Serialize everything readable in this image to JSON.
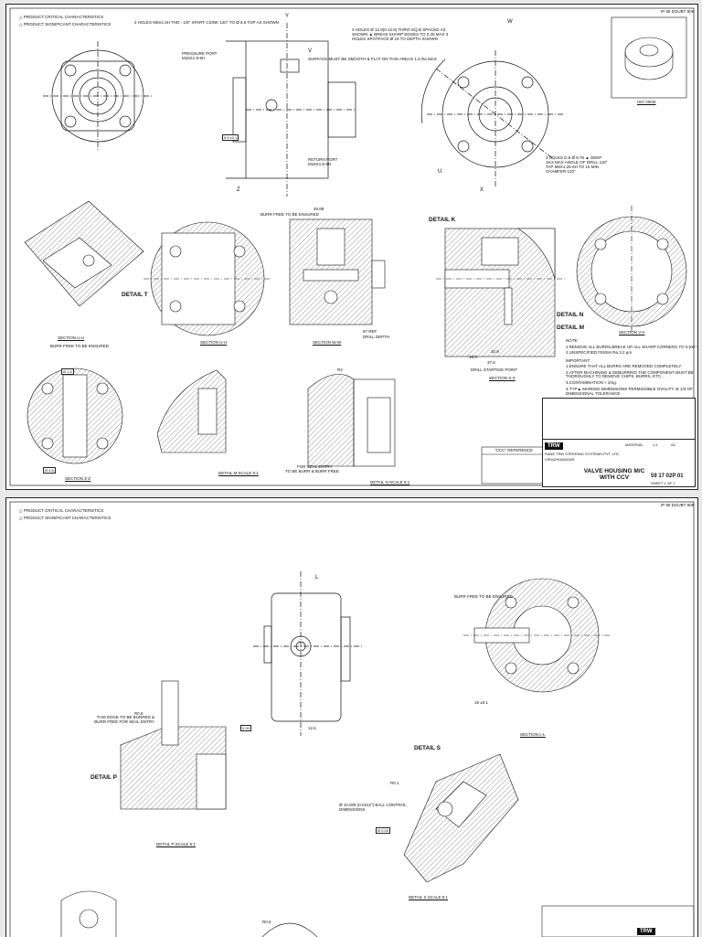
{
  "legend": {
    "critical": "PRODUCT CRITICAL CHARACTERISTICS",
    "significant": "PRODUCT SIGNIFICANT CHARACTERISTICS"
  },
  "iso_ref": "IP 95 DOUBT 90K",
  "sheet1_notes": {
    "holes_top": "2 HOLES M6X1.6H THD - 1/8\" XPART CSINK 120° TO Ø 6.5 TOP AS SHOWN",
    "pressure_port": "PRESSURE PORT",
    "pressure_port_thread": "M16X1.5-6H",
    "surface_note": "SURFACE MUST BE SMOOTH & FLAT ON THIS AREAS 1.6 Ra MAX",
    "holes_3": "3 HOLES Ø 12.8(0.12.6) THRO' EQ.B SPACED AS SHOWN ▲ BREAK SHARP EDGES TO 0.25 MAX 3 HOLES SPOTFACE Ø 19 TO DEPTH SHOWN",
    "return_port": "RETURN PORT",
    "return_port_thread": "M16X1.5-6H",
    "holes_drill": "3 HOLES D.6 Ø 8.75 ▲ DEEP 16.8 MAX ANGLE OF DRILL 118° TAP M8X1.25-6H TO 16 MIN CHAMFER 120°",
    "iso_view": "ISO VIEW",
    "burr_free": "BURR FREE TO BE ENSURED",
    "drill_depth": "DRILL DEPTH",
    "reg_drill": "67 REF",
    "for_seal_entry": "FOR SEAL ENTRY",
    "burr_free_seal": "TO BE BURR & BURR FREE",
    "drill_starting_point": "DRILL STARTING POINT",
    "note_title": "NOTE:",
    "note_1": "1.REMOVE ALL BURRS,BREAK UP ALL SHARP CORNERS TO 0.5X/-?",
    "note_2": "2.UNSPECIFIED FINISH Ra 3.2 μm",
    "important": "IMPORTANT:",
    "imp_1": "1.ENSURE THAT ALL BURRS ARE REMOVED COMPLETELY.",
    "imp_2": "2.AFTER MACHINING & DEBURRING THE COMPONENT MUST BE THOROUGHLY TO REMOVE CHIPS, BURRS, ETC...",
    "imp_3": "3.CONTAMINATION < 2mg.",
    "imp_4": "4.TYP▲ MARKED DIMENSIONS PERMISSIBLE OVALITY IS 1/3 OF DIMENSIONAL TOLERANCE",
    "ccc_ref": "\"CCC\" REFERENCE"
  },
  "sheet1_labels": {
    "detail_k": "DETAIL K",
    "detail_t": "DETAIL T",
    "detail_n": "DETAIL N",
    "detail_m": "DETAIL M",
    "section_uu": "SECTION U-U",
    "section_uu2": "SECTION U-U",
    "section_ww": "SECTION W-W",
    "section_xx": "SECTION X-X",
    "section_vv": "SECTION V-V",
    "section_zz": "SECTION Z-Z",
    "detail_m_scale": "DETAIL M SCALE 5:1",
    "detail_n_scale": "DETAIL N SCALE 5:1",
    "view_y": "Y",
    "view_w": "W",
    "view_x": "X",
    "view_u": "U",
    "view_v": "V",
    "view_z": "Z",
    "dim_1": "Ø 1.6",
    "dim_2": "Ø 4.8",
    "dim_3": "9.5 ±0.1",
    "dim_4": "49.88",
    "dim_5": "32.8",
    "dim_6": "37.6",
    "dim_7": "16.3",
    "dim_8": "R2"
  },
  "title_block_1": {
    "title": "VALVE HOUSING M/C WITH CCV",
    "drawing_no": "59 17 02P 01",
    "brand": "TRW",
    "company": "RANE TRW STEERING SYSTEMS PVT. LTD",
    "material": "VIRUDHUNAGAR",
    "scale": "1:1",
    "sheet": "SHEET 1 OF 2",
    "material_label": "MATERIAL",
    "size": "A2"
  },
  "sheet2_labels": {
    "view_l": "L",
    "burr_free": "BURR FREE TO BE ENSURED",
    "section_ll": "SECTION L-L",
    "detail_s": "DETAIL S",
    "detail_p": "DETAIL P",
    "detail_p_scale": "DETAIL P SCALE 5:1",
    "detail_s_scale": "DETAIL S SCALE 5:1",
    "this_edge": "THIS EDGE TO BE BURRED & BURR FREE FOR SEAL ENTRY",
    "ball_note": "Ø 10.009 (0.0312\") BALL CONTROL DIMENSIONS",
    "dim_a": "R0.6",
    "dim_b": "0.05",
    "dim_c": "12.6",
    "dim_d": "19 ±0.1",
    "dim_e": "Ø 0.05",
    "dim_f": "R0.1",
    "dim_g": "R0.5"
  },
  "title_block_2": {
    "brand": "TRW"
  }
}
